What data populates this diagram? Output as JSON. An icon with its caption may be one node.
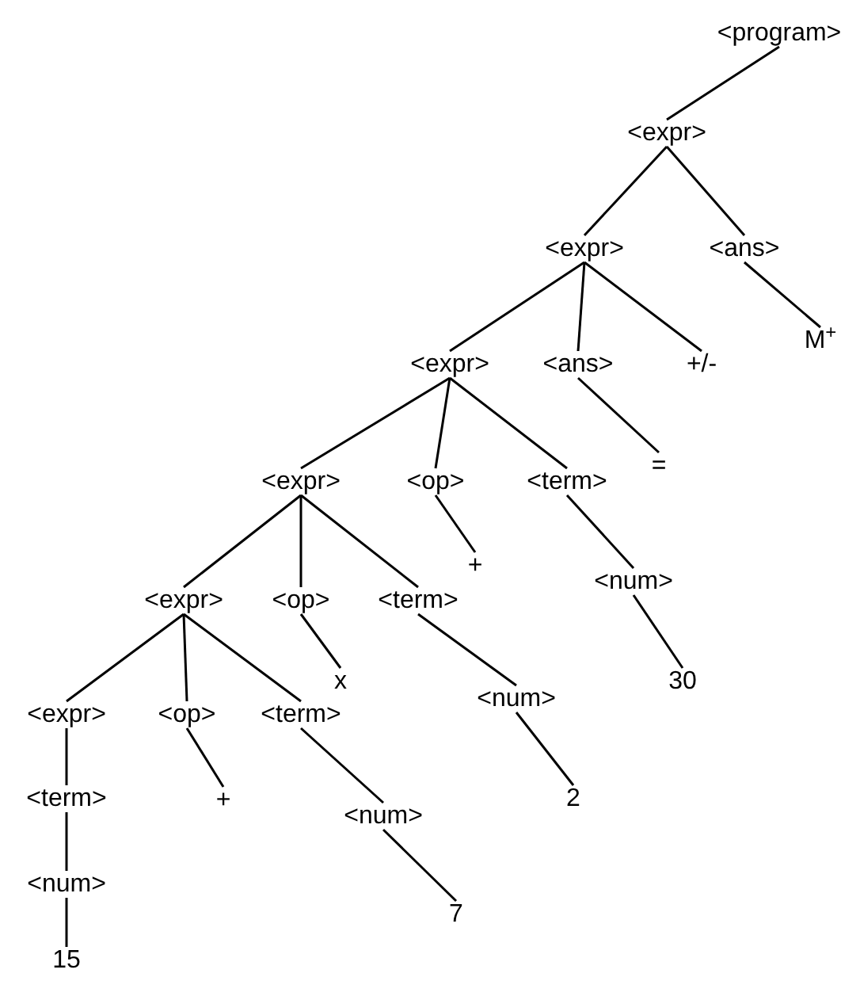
{
  "diagram": {
    "nodes": [
      {
        "text": [
          "<program>"
        ]
      },
      {
        "text": [
          "<expr>"
        ]
      },
      {
        "text": [
          "<expr>"
        ]
      },
      {
        "text": [
          "<ans>"
        ]
      },
      {
        "text": [
          "M$^{+}$"
        ]
      },
      {
        "text": [
          "<expr>"
        ]
      },
      {
        "text": [
          "<ans>"
        ]
      },
      {
        "text": [
          "+/-"
        ]
      },
      {
        "text": [
          "="
        ]
      },
      {
        "text": [
          "<expr>"
        ]
      },
      {
        "text": [
          "<op>"
        ]
      },
      {
        "text": [
          "<term>"
        ]
      },
      {
        "text": [
          "+"
        ]
      },
      {
        "text": [
          "<num>"
        ]
      },
      {
        "text": [
          "30"
        ]
      },
      {
        "text": [
          "<expr>"
        ]
      },
      {
        "text": [
          "<op>"
        ]
      },
      {
        "text": [
          "<term>"
        ]
      },
      {
        "text": [
          "x"
        ]
      },
      {
        "text": [
          "<num>"
        ]
      },
      {
        "text": [
          "2"
        ]
      },
      {
        "text": [
          "<expr>"
        ]
      },
      {
        "text": [
          "<op>"
        ]
      },
      {
        "text": [
          "<term>"
        ]
      },
      {
        "text": [
          "<term>"
        ]
      },
      {
        "text": [
          "+"
        ]
      },
      {
        "text": [
          "<num>"
        ]
      },
      {
        "text": [
          "7"
        ]
      },
      {
        "text": [
          "<num>"
        ]
      },
      {
        "text": [
          "15"
        ]
      }
    ],
    "edges": [
      {
        "from": 0,
        "to": 1,
        "arrow": "none"
      },
      {
        "from": 1,
        "to": 2,
        "arrow": "none"
      },
      {
        "from": 1,
        "to": 3,
        "arrow": "none"
      },
      {
        "from": 3,
        "to": 4,
        "arrow": "none"
      },
      {
        "from": 2,
        "to": 5,
        "arrow": "none"
      },
      {
        "from": 2,
        "to": 6,
        "arrow": "none"
      },
      {
        "from": 2,
        "to": 7,
        "arrow": "none"
      },
      {
        "from": 6,
        "to": 8,
        "arrow": "none"
      },
      {
        "from": 5,
        "to": 9,
        "arrow": "none"
      },
      {
        "from": 5,
        "to": 10,
        "arrow": "none"
      },
      {
        "from": 5,
        "to": 11,
        "arrow": "none"
      },
      {
        "from": 10,
        "to": 12,
        "arrow": "none"
      },
      {
        "from": 11,
        "to": 13,
        "arrow": "none"
      },
      {
        "from": 13,
        "to": 14,
        "arrow": "none"
      },
      {
        "from": 9,
        "to": 15,
        "arrow": "none"
      },
      {
        "from": 9,
        "to": 16,
        "arrow": "none"
      },
      {
        "from": 9,
        "to": 17,
        "arrow": "none"
      },
      {
        "from": 16,
        "to": 18,
        "arrow": "none"
      },
      {
        "from": 17,
        "to": 19,
        "arrow": "none"
      },
      {
        "from": 19,
        "to": 20,
        "arrow": "none"
      },
      {
        "from": 15,
        "to": 21,
        "arrow": "none"
      },
      {
        "from": 15,
        "to": 22,
        "arrow": "none"
      },
      {
        "from": 15,
        "to": 23,
        "arrow": "none"
      },
      {
        "from": 21,
        "to": 24,
        "arrow": "none"
      },
      {
        "from": 22,
        "to": 25,
        "arrow": "none"
      },
      {
        "from": 23,
        "to": 26,
        "arrow": "none"
      },
      {
        "from": 26,
        "to": 27,
        "arrow": "none"
      },
      {
        "from": 24,
        "to": 28,
        "arrow": "none"
      },
      {
        "from": 28,
        "to": 29,
        "arrow": "none"
      }
    ]
  }
}
